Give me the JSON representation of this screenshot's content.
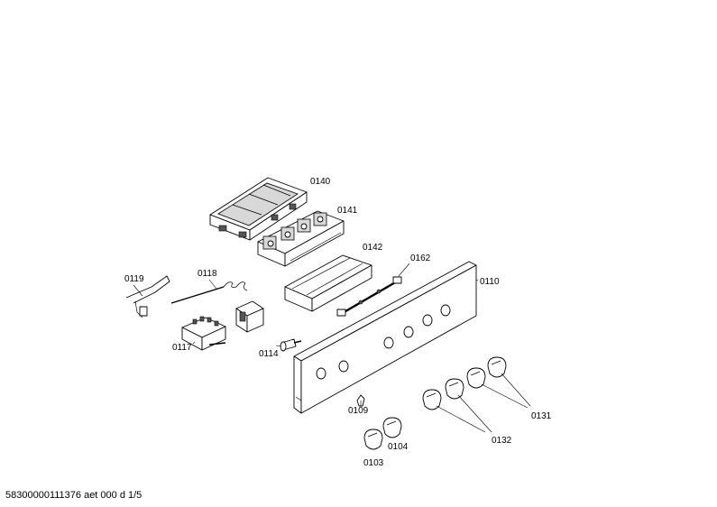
{
  "footer_text": "58300000111376 aet 000 d 1/5",
  "labels": {
    "p0140": "0140",
    "p0141": "0141",
    "p0142": "0142",
    "p0162": "0162",
    "p0110": "0110",
    "p0119": "0119",
    "p0118": "0118",
    "p0117": "0117",
    "p0114": "0114",
    "p0109": "0109",
    "p0104": "0104",
    "p0103": "0103",
    "p0132": "0132",
    "p0131": "0131"
  }
}
